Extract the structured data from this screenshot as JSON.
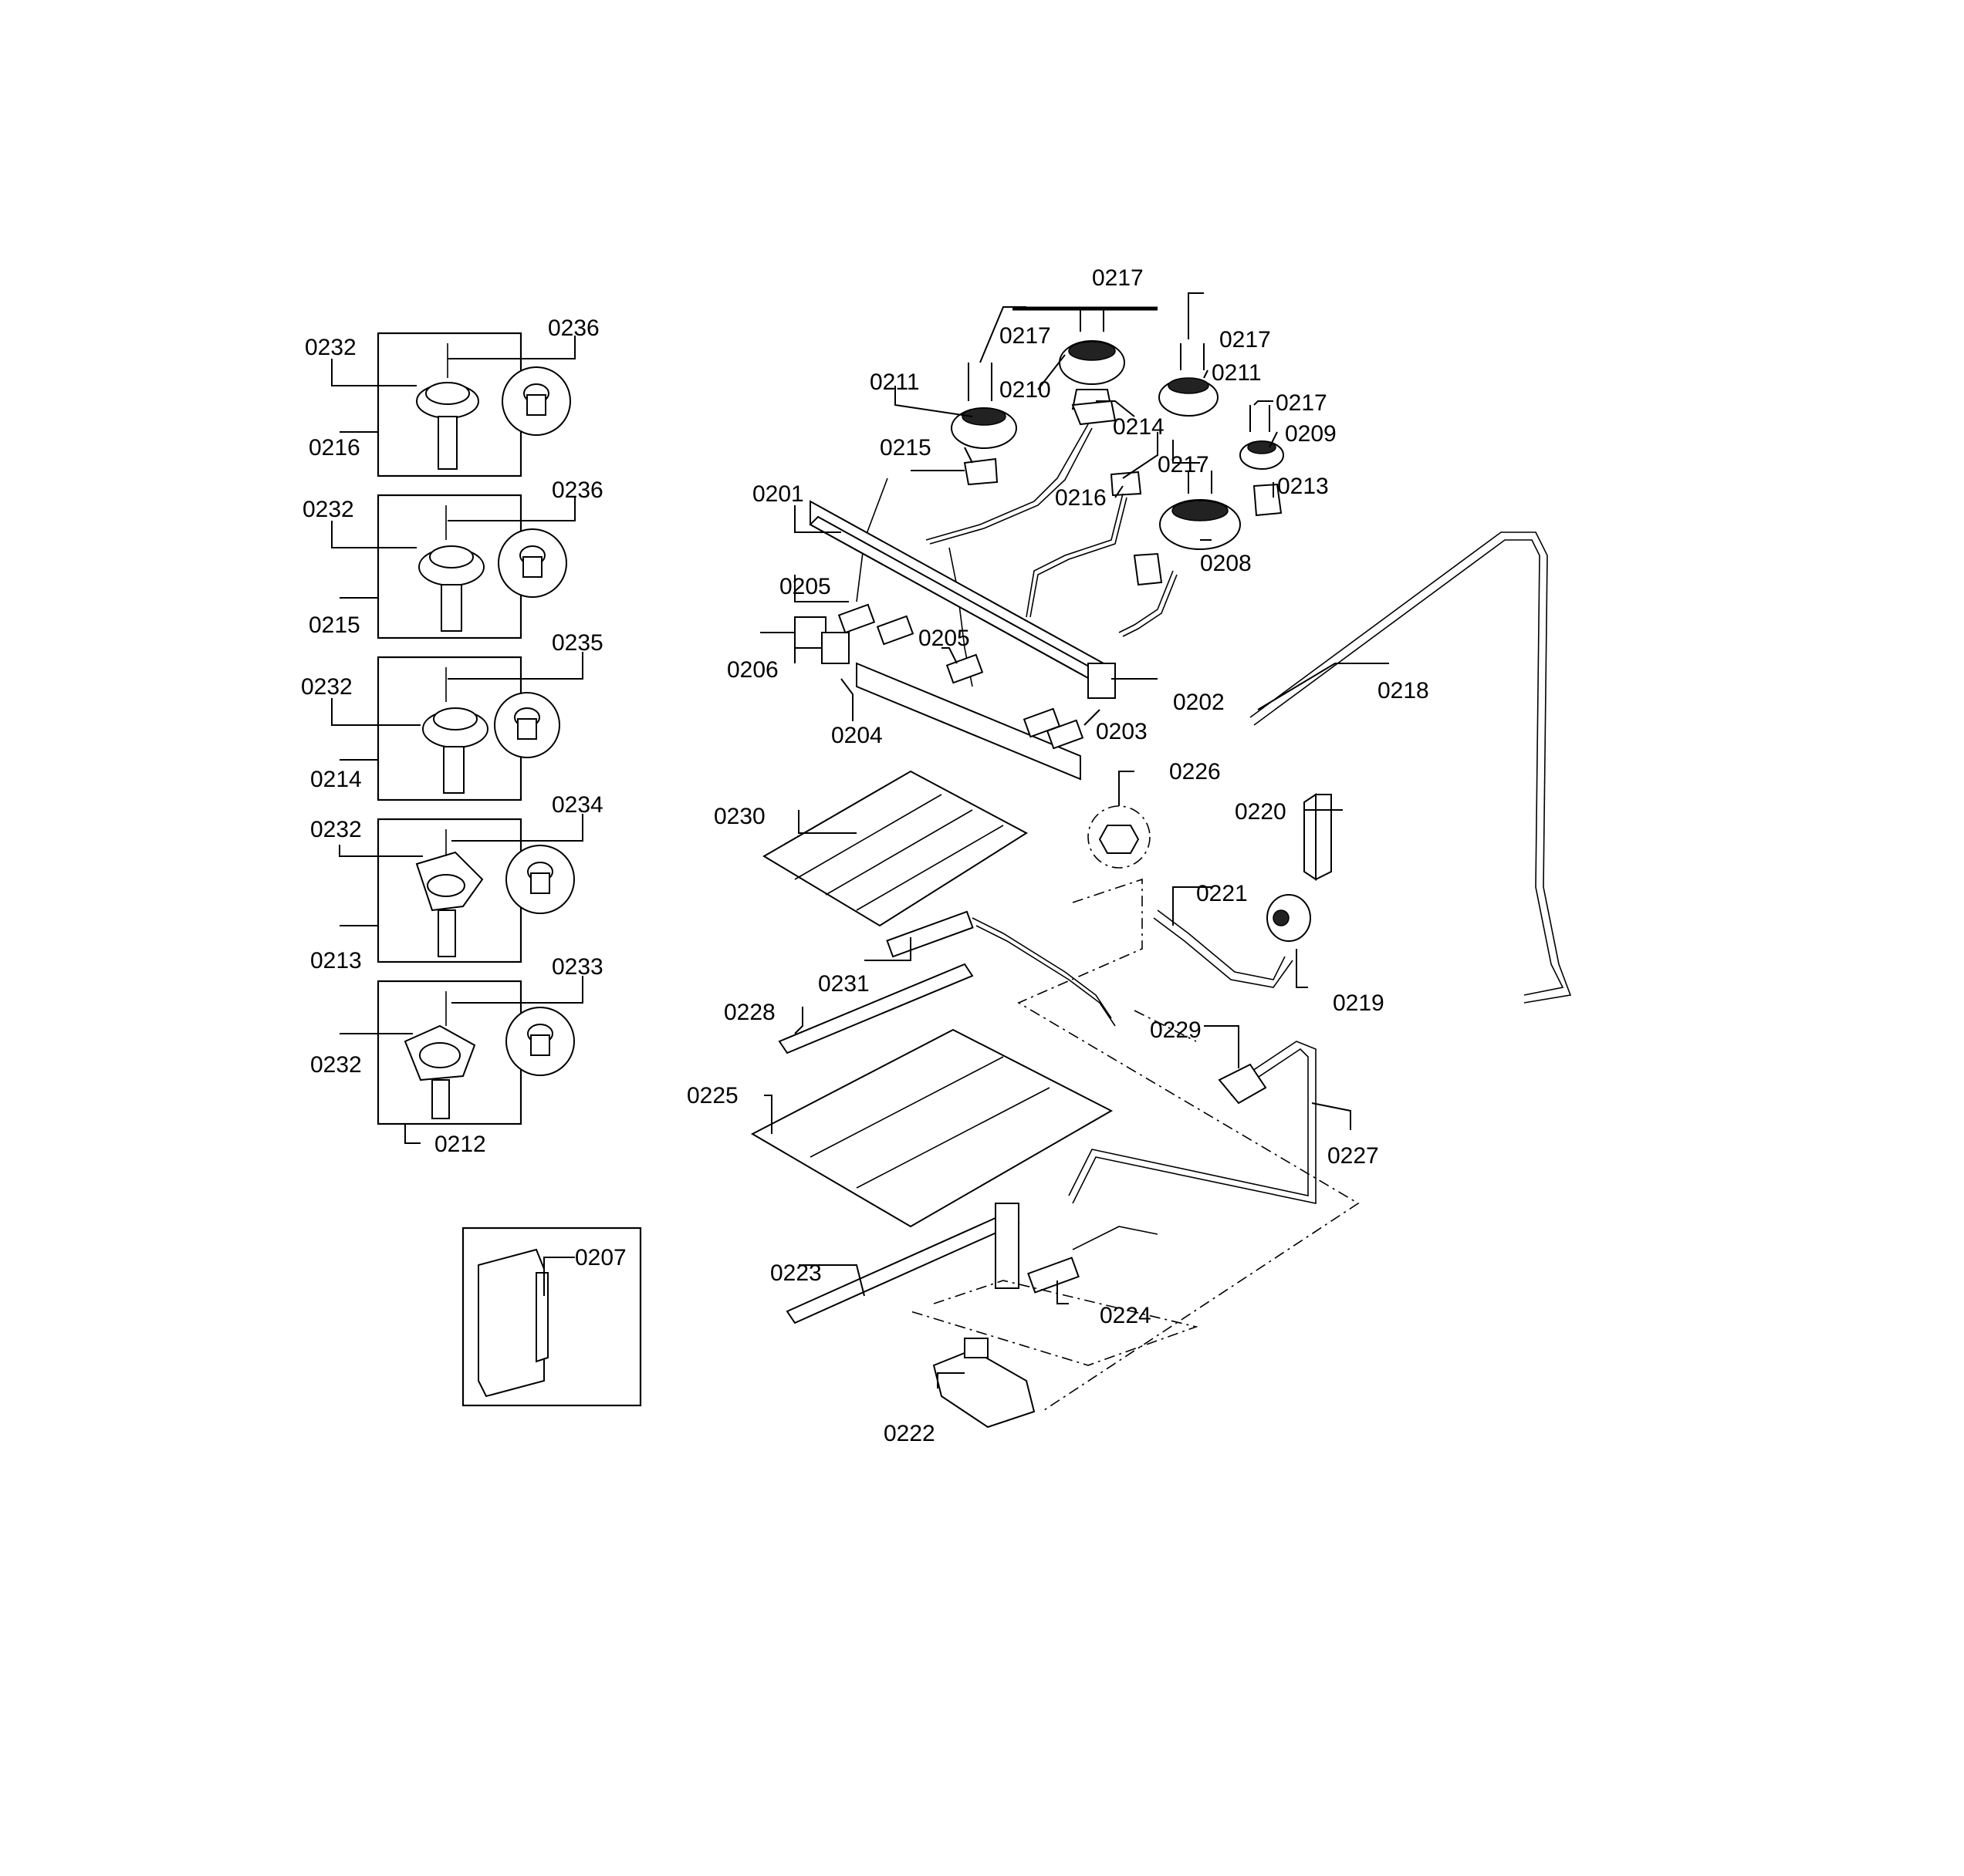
{
  "labels": {
    "l0201": "0201",
    "l0202": "0202",
    "l0203": "0203",
    "l0204": "0204",
    "l0205a": "0205",
    "l0205b": "0205",
    "l0206": "0206",
    "l0207": "0207",
    "l0208": "0208",
    "l0209": "0209",
    "l0210": "0210",
    "l0211a": "0211",
    "l0211b": "0211",
    "l0212": "0212",
    "l0213a": "0213",
    "l0213b": "0213",
    "l0214a": "0214",
    "l0214b": "0214",
    "l0215a": "0215",
    "l0215b": "0215",
    "l0216a": "0216",
    "l0216b": "0216",
    "l0217a": "0217",
    "l0217b": "0217",
    "l0217c": "0217",
    "l0217d": "0217",
    "l0217e": "0217",
    "l0218": "0218",
    "l0219": "0219",
    "l0220": "0220",
    "l0221": "0221",
    "l0222": "0222",
    "l0223": "0223",
    "l0224": "0224",
    "l0225": "0225",
    "l0226": "0226",
    "l0227": "0227",
    "l0228": "0228",
    "l0229": "0229",
    "l0230": "0230",
    "l0231": "0231",
    "l0232a": "0232",
    "l0232b": "0232",
    "l0232c": "0232",
    "l0232d": "0232",
    "l0232e": "0232",
    "l0233": "0233",
    "l0234": "0234",
    "l0235": "0235",
    "l0236a": "0236",
    "l0236b": "0236"
  }
}
